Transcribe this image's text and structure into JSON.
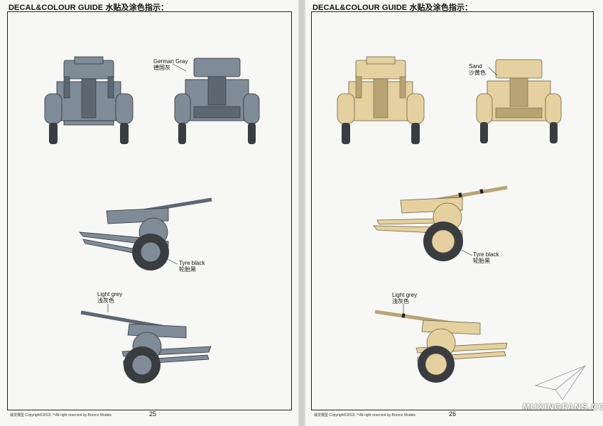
{
  "left_page": {
    "header": "DECAL&COLOUR GUIDE 水贴及涂色指示：",
    "labels": {
      "german_gray": [
        "German Gray",
        "德国灰"
      ],
      "tyre_black": [
        "Tyre black",
        "轮胎黑"
      ],
      "light_grey": [
        "Light grey",
        "浅灰色"
      ]
    },
    "footer": "威龙模型  Copyright©2015  ™All right reserved by Bronco Models",
    "page_number": "25",
    "colors": {
      "body": "#7f8b96",
      "body_dark": "#5d6771",
      "tyre": "#3a3d40"
    }
  },
  "right_page": {
    "header": "DECAL&COLOUR GUIDE 水贴及涂色指示：",
    "labels": {
      "sand": [
        "Sand",
        "沙黄色"
      ],
      "tyre_black": [
        "Tyre black",
        "轮胎黑"
      ],
      "light_grey": [
        "Light grey",
        "浅灰色"
      ]
    },
    "footer": "威龙模型  Copyright©2015  ™All right reserved by Bronco Models",
    "page_number": "26",
    "colors": {
      "body": "#e4d19f",
      "body_dark": "#b8a473",
      "tyre": "#3a3d40"
    }
  },
  "watermark": {
    "text": "MUXINGFANS.COM",
    "icon": "paper-plane-icon"
  }
}
